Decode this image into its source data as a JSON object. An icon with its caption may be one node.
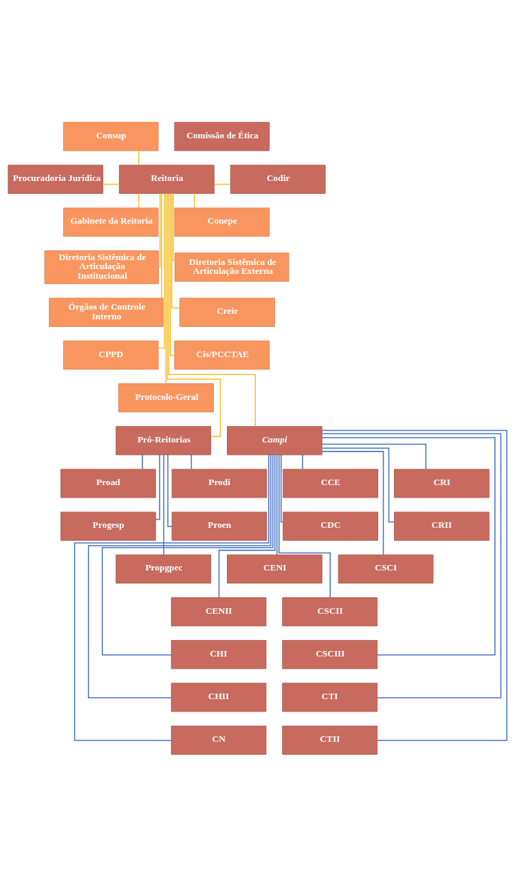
{
  "diagram": {
    "nodes": [
      {
        "text": [
          "Consup"
        ]
      },
      {
        "text": [
          "Comissão de Ética"
        ]
      },
      {
        "text": [
          "Procuradoria Jurídica"
        ]
      },
      {
        "text": [
          "Reitoria"
        ]
      },
      {
        "text": [
          "Codir"
        ]
      },
      {
        "text": [
          "Gabinete da Reitoria"
        ]
      },
      {
        "text": [
          "Conepe"
        ]
      },
      {
        "text": [
          "Diretoria Sistêmica de Articulação Institucional"
        ]
      },
      {
        "text": [
          "Diretoria Sistêmica de Articulação Externa"
        ]
      },
      {
        "text": [
          "Órgãos de Controle Interno"
        ]
      },
      {
        "text": [
          "Creir"
        ]
      },
      {
        "text": [
          "CPPD"
        ]
      },
      {
        "text": [
          "Cis/PCCTAE"
        ]
      },
      {
        "text": [
          "Protocolo-Geral"
        ]
      },
      {
        "text": [
          "Pró-Reitorias"
        ]
      },
      {
        "text": [
          "Campi"
        ]
      },
      {
        "text": [
          "Proad"
        ]
      },
      {
        "text": [
          "Prodi"
        ]
      },
      {
        "text": [
          "Progesp"
        ]
      },
      {
        "text": [
          "Proen"
        ]
      },
      {
        "text": [
          "Propgpec"
        ]
      },
      {
        "text": [
          "CCE"
        ]
      },
      {
        "text": [
          "CRI"
        ]
      },
      {
        "text": [
          "CDC"
        ]
      },
      {
        "text": [
          "CRII"
        ]
      },
      {
        "text": [
          "CENI"
        ]
      },
      {
        "text": [
          "CSCI"
        ]
      },
      {
        "text": [
          "CENII"
        ]
      },
      {
        "text": [
          "CSCII"
        ]
      },
      {
        "text": [
          "CHI"
        ]
      },
      {
        "text": [
          "CSCIII"
        ]
      },
      {
        "text": [
          "CHII"
        ]
      },
      {
        "text": [
          "CTI"
        ]
      },
      {
        "text": [
          "CN"
        ]
      },
      {
        "text": [
          "CTII"
        ]
      }
    ],
    "edges": [
      {
        "from": 0,
        "to": 3,
        "arrow": "none",
        "color": "#f5c02a"
      },
      {
        "from": 2,
        "to": 3,
        "arrow": "none",
        "color": "#f5c02a"
      },
      {
        "from": 3,
        "to": 4,
        "arrow": "none",
        "color": "#f5c02a"
      },
      {
        "from": 3,
        "to": 5,
        "arrow": "none",
        "color": "#f5c02a"
      },
      {
        "from": 3,
        "to": 6,
        "arrow": "none",
        "color": "#f5c02a"
      },
      {
        "from": 3,
        "to": 7,
        "arrow": "none",
        "color": "#f5c02a"
      },
      {
        "from": 3,
        "to": 8,
        "arrow": "none",
        "color": "#f5c02a"
      },
      {
        "from": 3,
        "to": 9,
        "arrow": "none",
        "color": "#f5c02a"
      },
      {
        "from": 3,
        "to": 10,
        "arrow": "none",
        "color": "#f5c02a"
      },
      {
        "from": 3,
        "to": 11,
        "arrow": "none",
        "color": "#f5c02a"
      },
      {
        "from": 3,
        "to": 12,
        "arrow": "none",
        "color": "#f5c02a"
      },
      {
        "from": 3,
        "to": 13,
        "arrow": "none",
        "color": "#f5c02a"
      },
      {
        "from": 3,
        "to": 14,
        "arrow": "none",
        "color": "#f5c02a"
      },
      {
        "from": 3,
        "to": 15,
        "arrow": "none",
        "color": "#f5c02a"
      },
      {
        "from": 14,
        "to": 16,
        "arrow": "none"
      },
      {
        "from": 14,
        "to": 17,
        "arrow": "none"
      },
      {
        "from": 14,
        "to": 18,
        "arrow": "none"
      },
      {
        "from": 14,
        "to": 19,
        "arrow": "none"
      },
      {
        "from": 14,
        "to": 20,
        "arrow": "none"
      },
      {
        "from": 15,
        "to": 21,
        "arrow": "none"
      },
      {
        "from": 15,
        "to": 22,
        "arrow": "none"
      },
      {
        "from": 15,
        "to": 23,
        "arrow": "none"
      },
      {
        "from": 15,
        "to": 24,
        "arrow": "none"
      },
      {
        "from": 15,
        "to": 25,
        "arrow": "none"
      },
      {
        "from": 15,
        "to": 26,
        "arrow": "none"
      },
      {
        "from": 15,
        "to": 27,
        "arrow": "none"
      },
      {
        "from": 15,
        "to": 28,
        "arrow": "none"
      },
      {
        "from": 15,
        "to": 29,
        "arrow": "none"
      },
      {
        "from": 15,
        "to": 30,
        "arrow": "none"
      },
      {
        "from": 15,
        "to": 31,
        "arrow": "none"
      },
      {
        "from": 15,
        "to": 32,
        "arrow": "none"
      },
      {
        "from": 15,
        "to": 33,
        "arrow": "none"
      },
      {
        "from": 15,
        "to": 34,
        "arrow": "none"
      }
    ]
  }
}
